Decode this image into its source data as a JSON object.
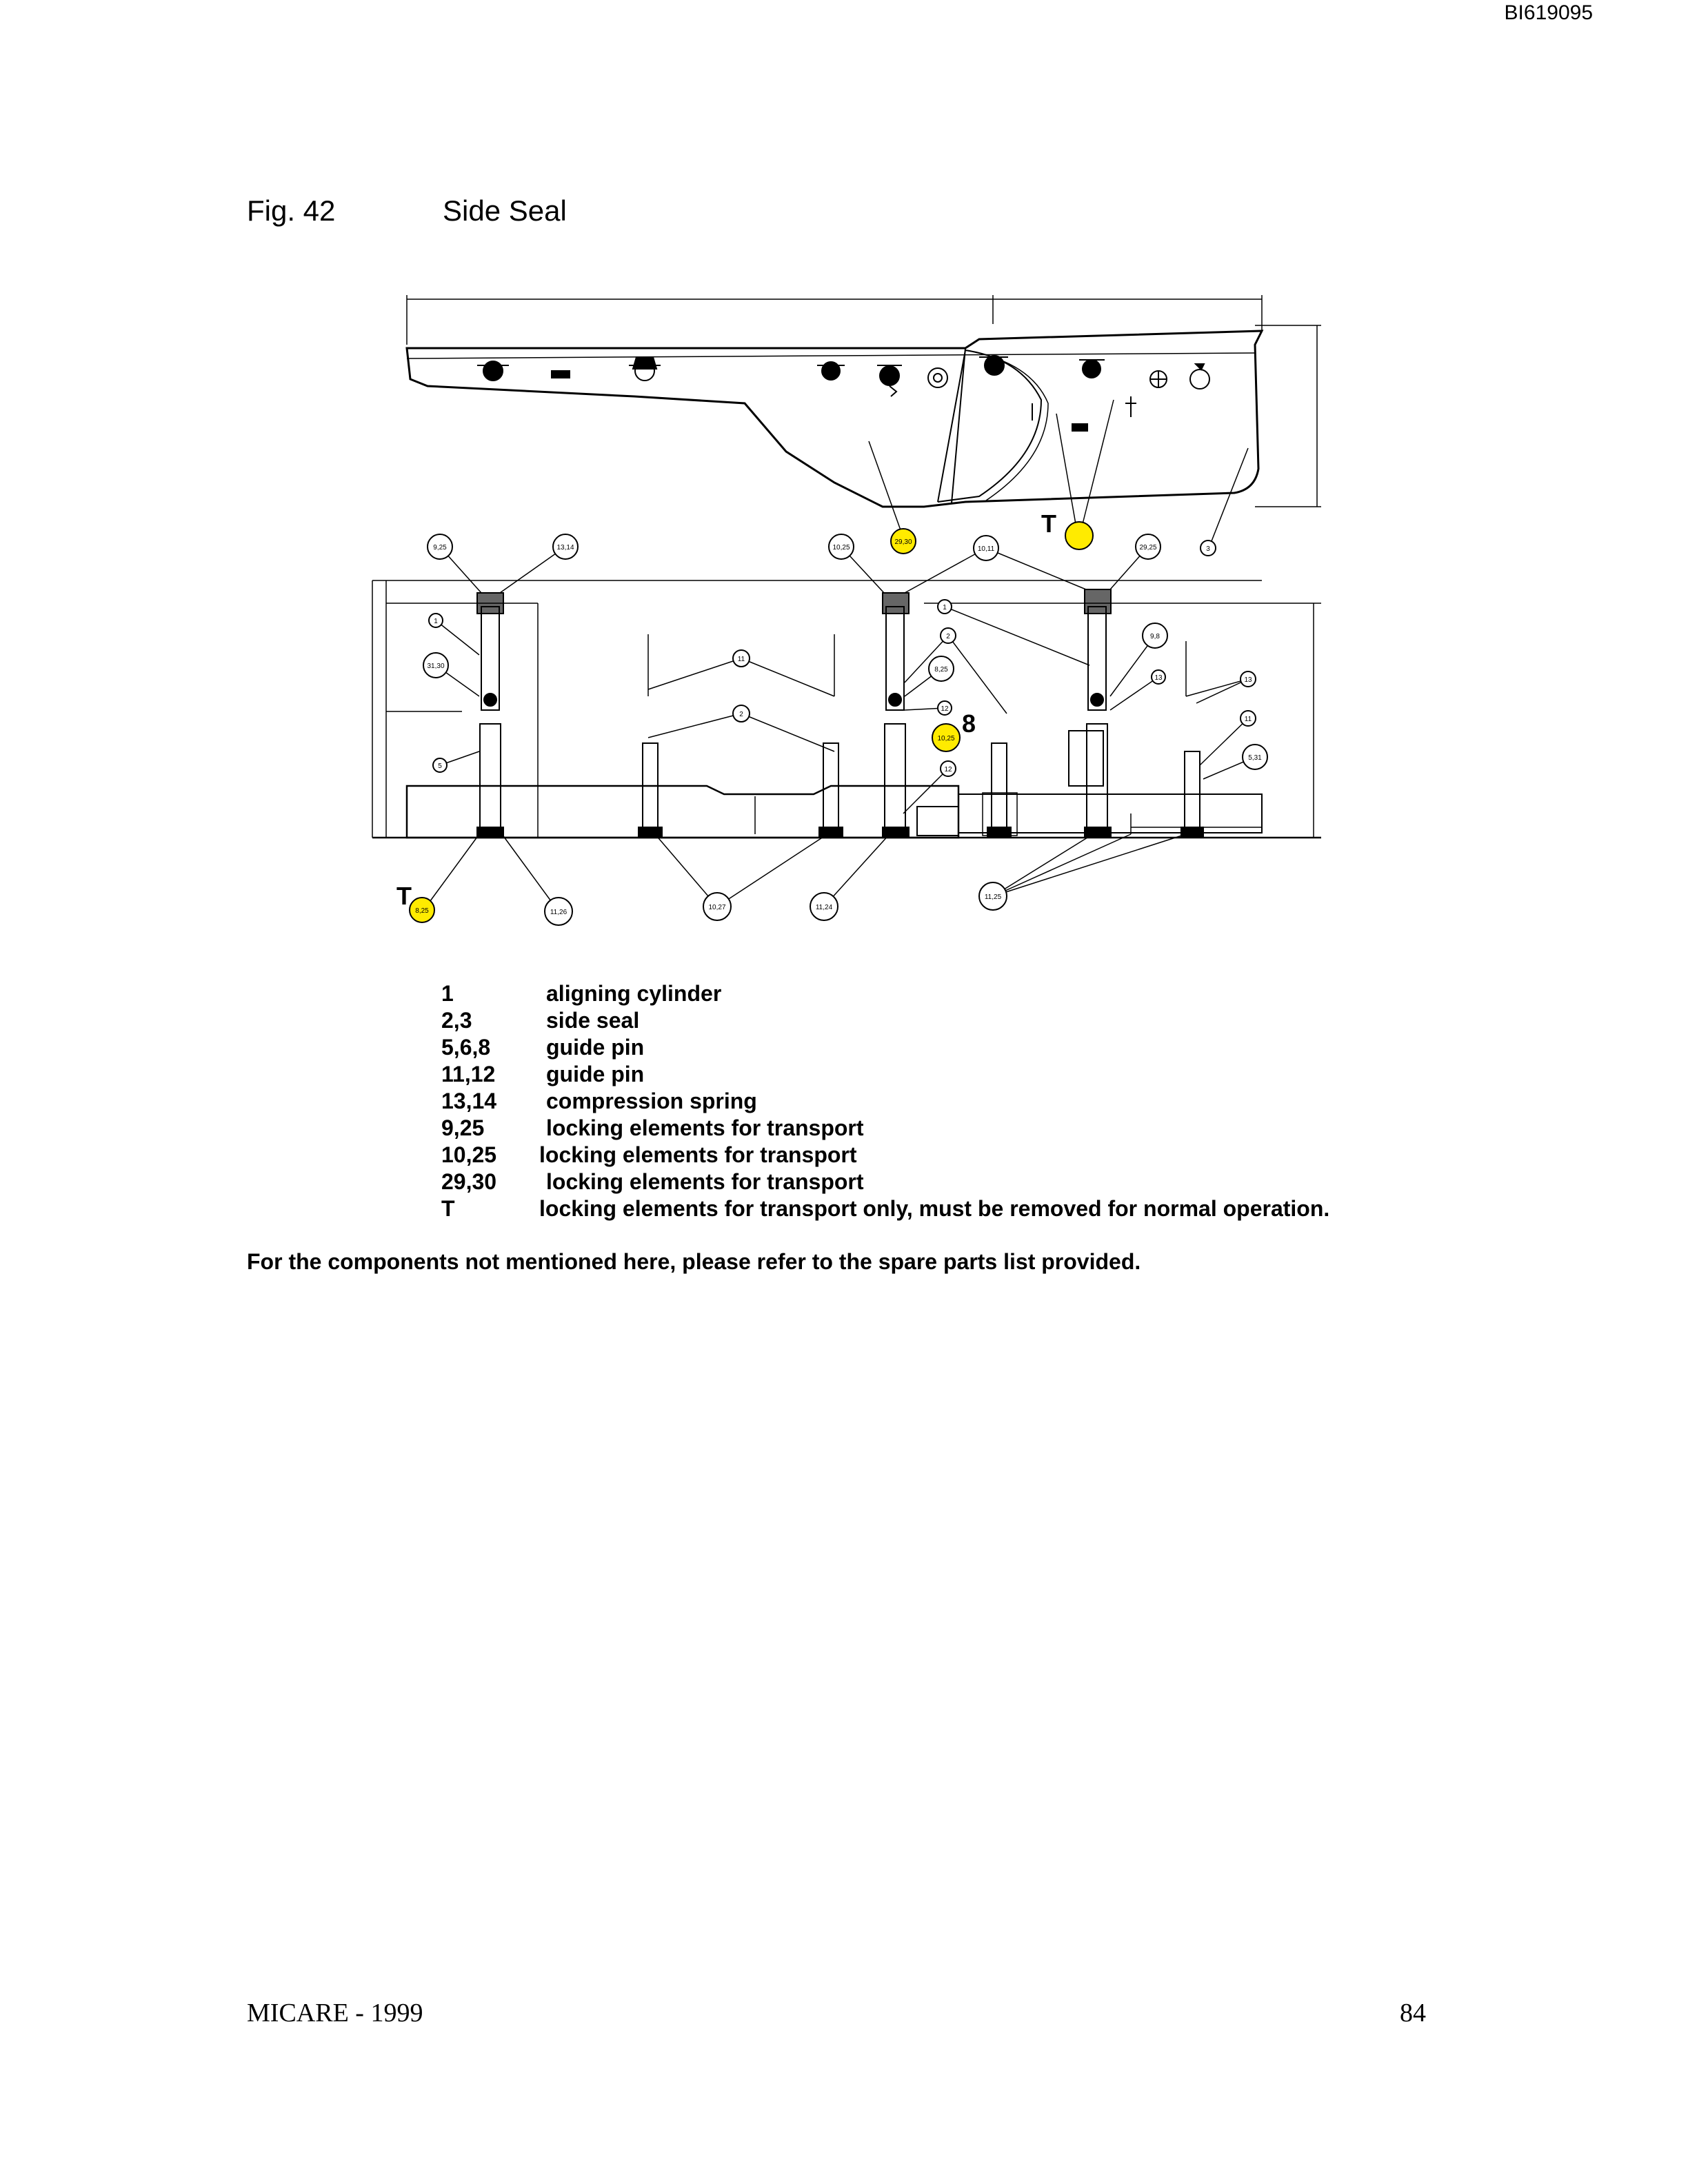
{
  "header": {
    "doc_id": "BI619095"
  },
  "figure": {
    "number": "Fig. 42",
    "title": "Side Seal",
    "marker": "T",
    "colors": {
      "highlight": "#ffeb00",
      "line": "#000000"
    },
    "top_callouts": [
      "29,30",
      "3",
      "T"
    ],
    "mid_callouts": [
      "9,25",
      "13,14",
      "10,25",
      "10,11",
      "29,25",
      "1",
      "1",
      "31,30",
      "2",
      "9,8",
      "12",
      "13",
      "11",
      "2",
      "8,25",
      "13",
      "5",
      "12",
      "10,25",
      "11",
      "8",
      "5,31",
      "11,25"
    ],
    "bottom_callouts": [
      "T",
      "8,25",
      "11,26",
      "10,27",
      "11,24",
      "11,25"
    ]
  },
  "legend": [
    {
      "num": "1",
      "desc": "aligning cylinder"
    },
    {
      "num": "2,3",
      "desc": "side seal"
    },
    {
      "num": "5,6,8",
      "desc": "guide pin"
    },
    {
      "num": "11,12",
      "desc": "guide pin"
    },
    {
      "num": "13,14",
      "desc": "compression spring"
    },
    {
      "num": "9,25",
      "desc": "locking elements for transport"
    },
    {
      "num": "10,25",
      "desc": "locking elements for transport"
    },
    {
      "num": "29,30",
      "desc": "locking elements for transport"
    },
    {
      "num": "T",
      "desc": "locking elements for transport only, must be removed for normal operation."
    }
  ],
  "note": "For the components not mentioned here, please refer to the spare parts list provided.",
  "footer": {
    "left": "MICARE - 1999",
    "page": "84"
  }
}
